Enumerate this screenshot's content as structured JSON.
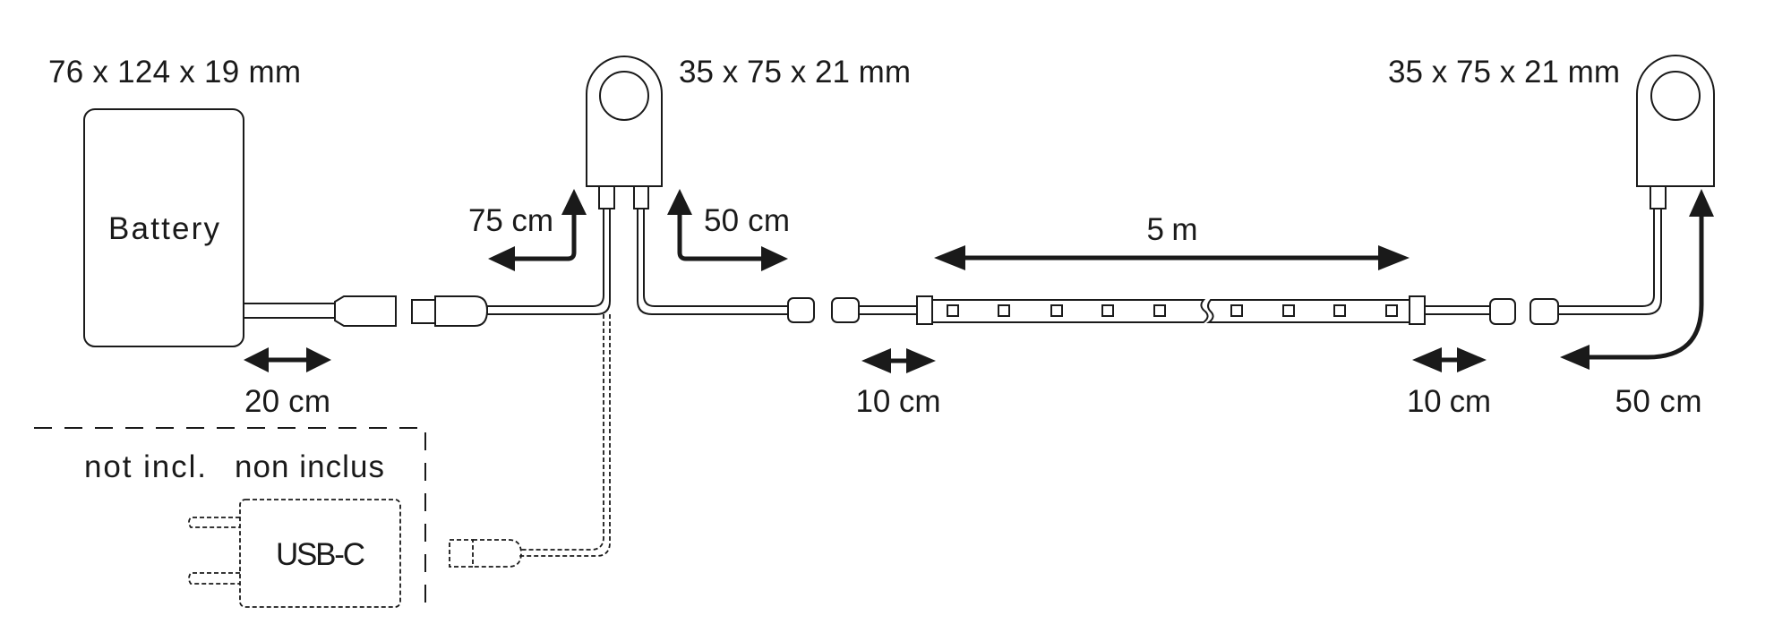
{
  "labels": {
    "battery_dimensions": "76 x 124 x 19 mm",
    "battery": "Battery",
    "controller_left_dimensions": "35 x 75 x 21 mm",
    "controller_right_dimensions": "35 x 75 x 21 mm",
    "battery_cable_length": "20 cm",
    "input_cable_length": "75 cm",
    "output_cable_length": "50 cm",
    "strip_length": "5 m",
    "strip_lead_left": "10 cm",
    "strip_lead_right": "10 cm",
    "sensor_cable_length": "50 cm",
    "not_included_en": "not incl.",
    "not_included_fr": "non inclus",
    "usb_adapter": "USB-C"
  },
  "colors": {
    "ink": "#1a1a1a",
    "background": "#ffffff"
  }
}
